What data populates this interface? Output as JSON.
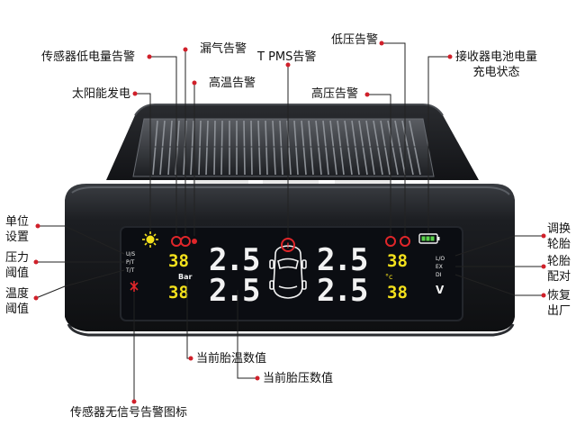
{
  "annotations": {
    "sensor_low_battery": "传感器低电量告警",
    "leak_alarm": "漏气告警",
    "tpms_alarm": "T PMS告警",
    "low_pressure_alarm": "低压告警",
    "receiver_battery_line1": "接收器电池电量",
    "receiver_battery_line2": "充电状态",
    "solar_power": "太阳能发电",
    "high_temp_alarm": "高温告警",
    "high_pressure_alarm": "高压告警",
    "unit_setting_line1": "单位",
    "unit_setting_line2": "设置",
    "pressure_threshold_line1": "压力",
    "pressure_threshold_line2": "阈值",
    "temp_threshold_line1": "温度",
    "temp_threshold_line2": "阈值",
    "swap_tire_line1": "调换",
    "swap_tire_line2": "轮胎",
    "tire_pairing_line1": "轮胎",
    "tire_pairing_line2": "配对",
    "factory_reset_line1": "恢复",
    "factory_reset_line2": "出厂",
    "current_tire_temp": "当前胎温数值",
    "current_tire_pressure": "当前胎压数值",
    "sensor_no_signal": "传感器无信号告警图标"
  },
  "display": {
    "pressure_fl": "2.5",
    "pressure_fr": "2.5",
    "pressure_rl": "2.5",
    "pressure_rr": "2.5",
    "temp_fl": "38",
    "temp_fr": "38",
    "temp_rl": "38",
    "temp_rr": "38",
    "unit_bar": "Bar",
    "unit_celsius": "°c",
    "unit_volt": "V",
    "left_buttons": [
      "U/S",
      "P/T",
      "T/T"
    ],
    "right_buttons": [
      "L/O",
      "EX",
      "DI"
    ]
  },
  "colors": {
    "lcd_bg": "#0b0d12",
    "segment_white": "#f2f2f2",
    "segment_yellow": "#f4e11c",
    "alarm_red": "#e0262a",
    "battery_green": "#5ad14b",
    "leader_line": "#222222",
    "leader_dot_red": "#d0202a"
  }
}
